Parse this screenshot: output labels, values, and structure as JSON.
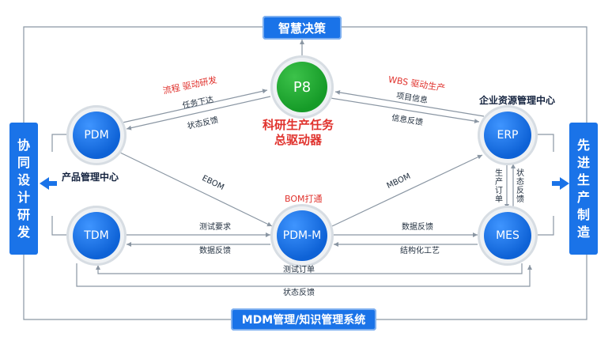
{
  "top_box": "智慧决策",
  "bottom_box": "MDM管理/知识管理系统",
  "left_box": "协同设计研发",
  "right_box": "先进生产制造",
  "nodes": {
    "p8": "P8",
    "pdm": "PDM",
    "tdm": "TDM",
    "pdmm": "PDM-M",
    "erp": "ERP",
    "mes": "MES"
  },
  "titles": {
    "core_line1": "科研生产任务",
    "core_line2": "总驱动器",
    "product_center": "产品管理中心",
    "erp_center": "企业资源管理中心",
    "bom_link": "BOM打通"
  },
  "flows": {
    "process_drive": "流程  驱动研发",
    "task_issue": "任务下达",
    "status_feedback": "状态反馈",
    "wbs_drive": "WBS 驱动生产",
    "project_info": "项目信息",
    "info_feedback": "信息反馈",
    "ebom": "EBOM",
    "mbom": "MBOM",
    "test_request": "测试要求",
    "data_feedback_left": "数据反馈",
    "data_feedback_right": "数据反馈",
    "structured_process": "结构化工艺",
    "production_order": "生产订单",
    "status_feedback_vert": "状态反馈",
    "test_order": "测试订单",
    "status_feedback_bottom": "状态反馈"
  }
}
